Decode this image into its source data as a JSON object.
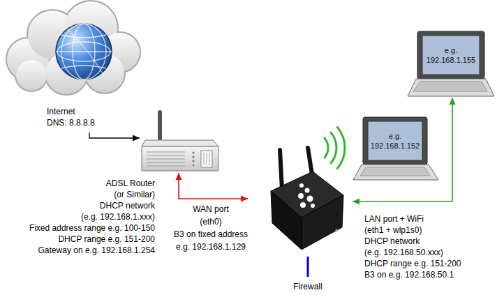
{
  "diagram": {
    "nodes": [
      {
        "text": [
          "Internet",
          "DNS: 8.8.8.8"
        ]
      },
      {
        "text": [
          "ADSL Router",
          "(or Similar)",
          "DHCP network",
          "(e.g. 192.168.1.xxx)",
          "Fixed address range e.g. 100-150",
          "DHCP range e.g. 151-200",
          "Gateway on e.g. 192.168.1.254"
        ]
      },
      {
        "text": [
          "Firewall"
        ]
      },
      {
        "text": [
          "e.g. 192.168.1.152"
        ]
      },
      {
        "text": [
          "e.g. 192.168.1.155"
        ]
      }
    ],
    "edges": [
      {
        "from": 0,
        "to": 1,
        "arrow": "to"
      },
      {
        "from": 1,
        "to": 2,
        "arrow": "both"
      },
      {
        "from": 2,
        "to": 4,
        "arrow": "both"
      }
    ],
    "labels": [
      "WAN port",
      "(eth0)",
      "B3 on fixed address",
      "e.g. 192.168.1.129",
      "LAN port + WiFi",
      "(eth1 + wlp1s0)",
      "DHCP network",
      "(e.g. 192.168.50.xxx)",
      "DHCP range e.g. 151-200",
      "B3 on e.g. 192.168.50.1"
    ]
  }
}
